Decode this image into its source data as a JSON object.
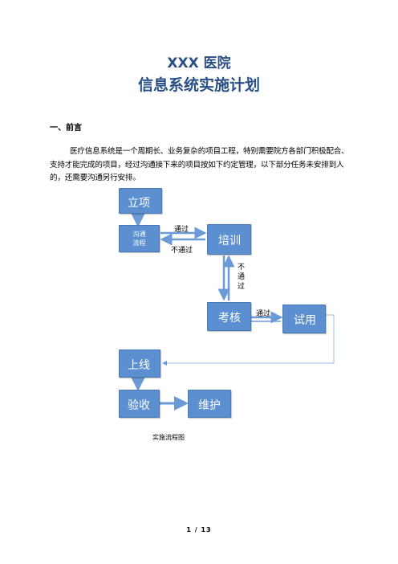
{
  "document": {
    "title_line1": "XXX 医院",
    "title_line2": "信息系统实施计划",
    "section_heading": "一、前言",
    "paragraph": "医疗信息系统是一个周期长、业务复杂的项目工程，特别需要院方各部门积极配合、支持才能完成的项目，经过沟通接下来的项目按如下约定管理，以下部分任务未安排到人的，还需要沟通另行安排。"
  },
  "flowchart": {
    "nodes": {
      "lixiang": "立项",
      "goutong_line1": "沟通",
      "goutong_line2": "流程",
      "peixun": "培训",
      "kaohe": "考核",
      "shiyong": "试用",
      "shangxian": "上线",
      "yanshou": "验收",
      "weihu": "维护"
    },
    "edge_labels": {
      "pass_to_training": "通过",
      "fail_back": "不通过",
      "fail_vertical_1": "不",
      "fail_vertical_2": "通",
      "fail_vertical_3": "过",
      "pass_to_trial": "通过"
    },
    "caption": "实施流程图",
    "box_color": "#5b8fcf",
    "line_color": "#4a7ab4"
  },
  "footer": {
    "page_number": "1 / 13"
  }
}
